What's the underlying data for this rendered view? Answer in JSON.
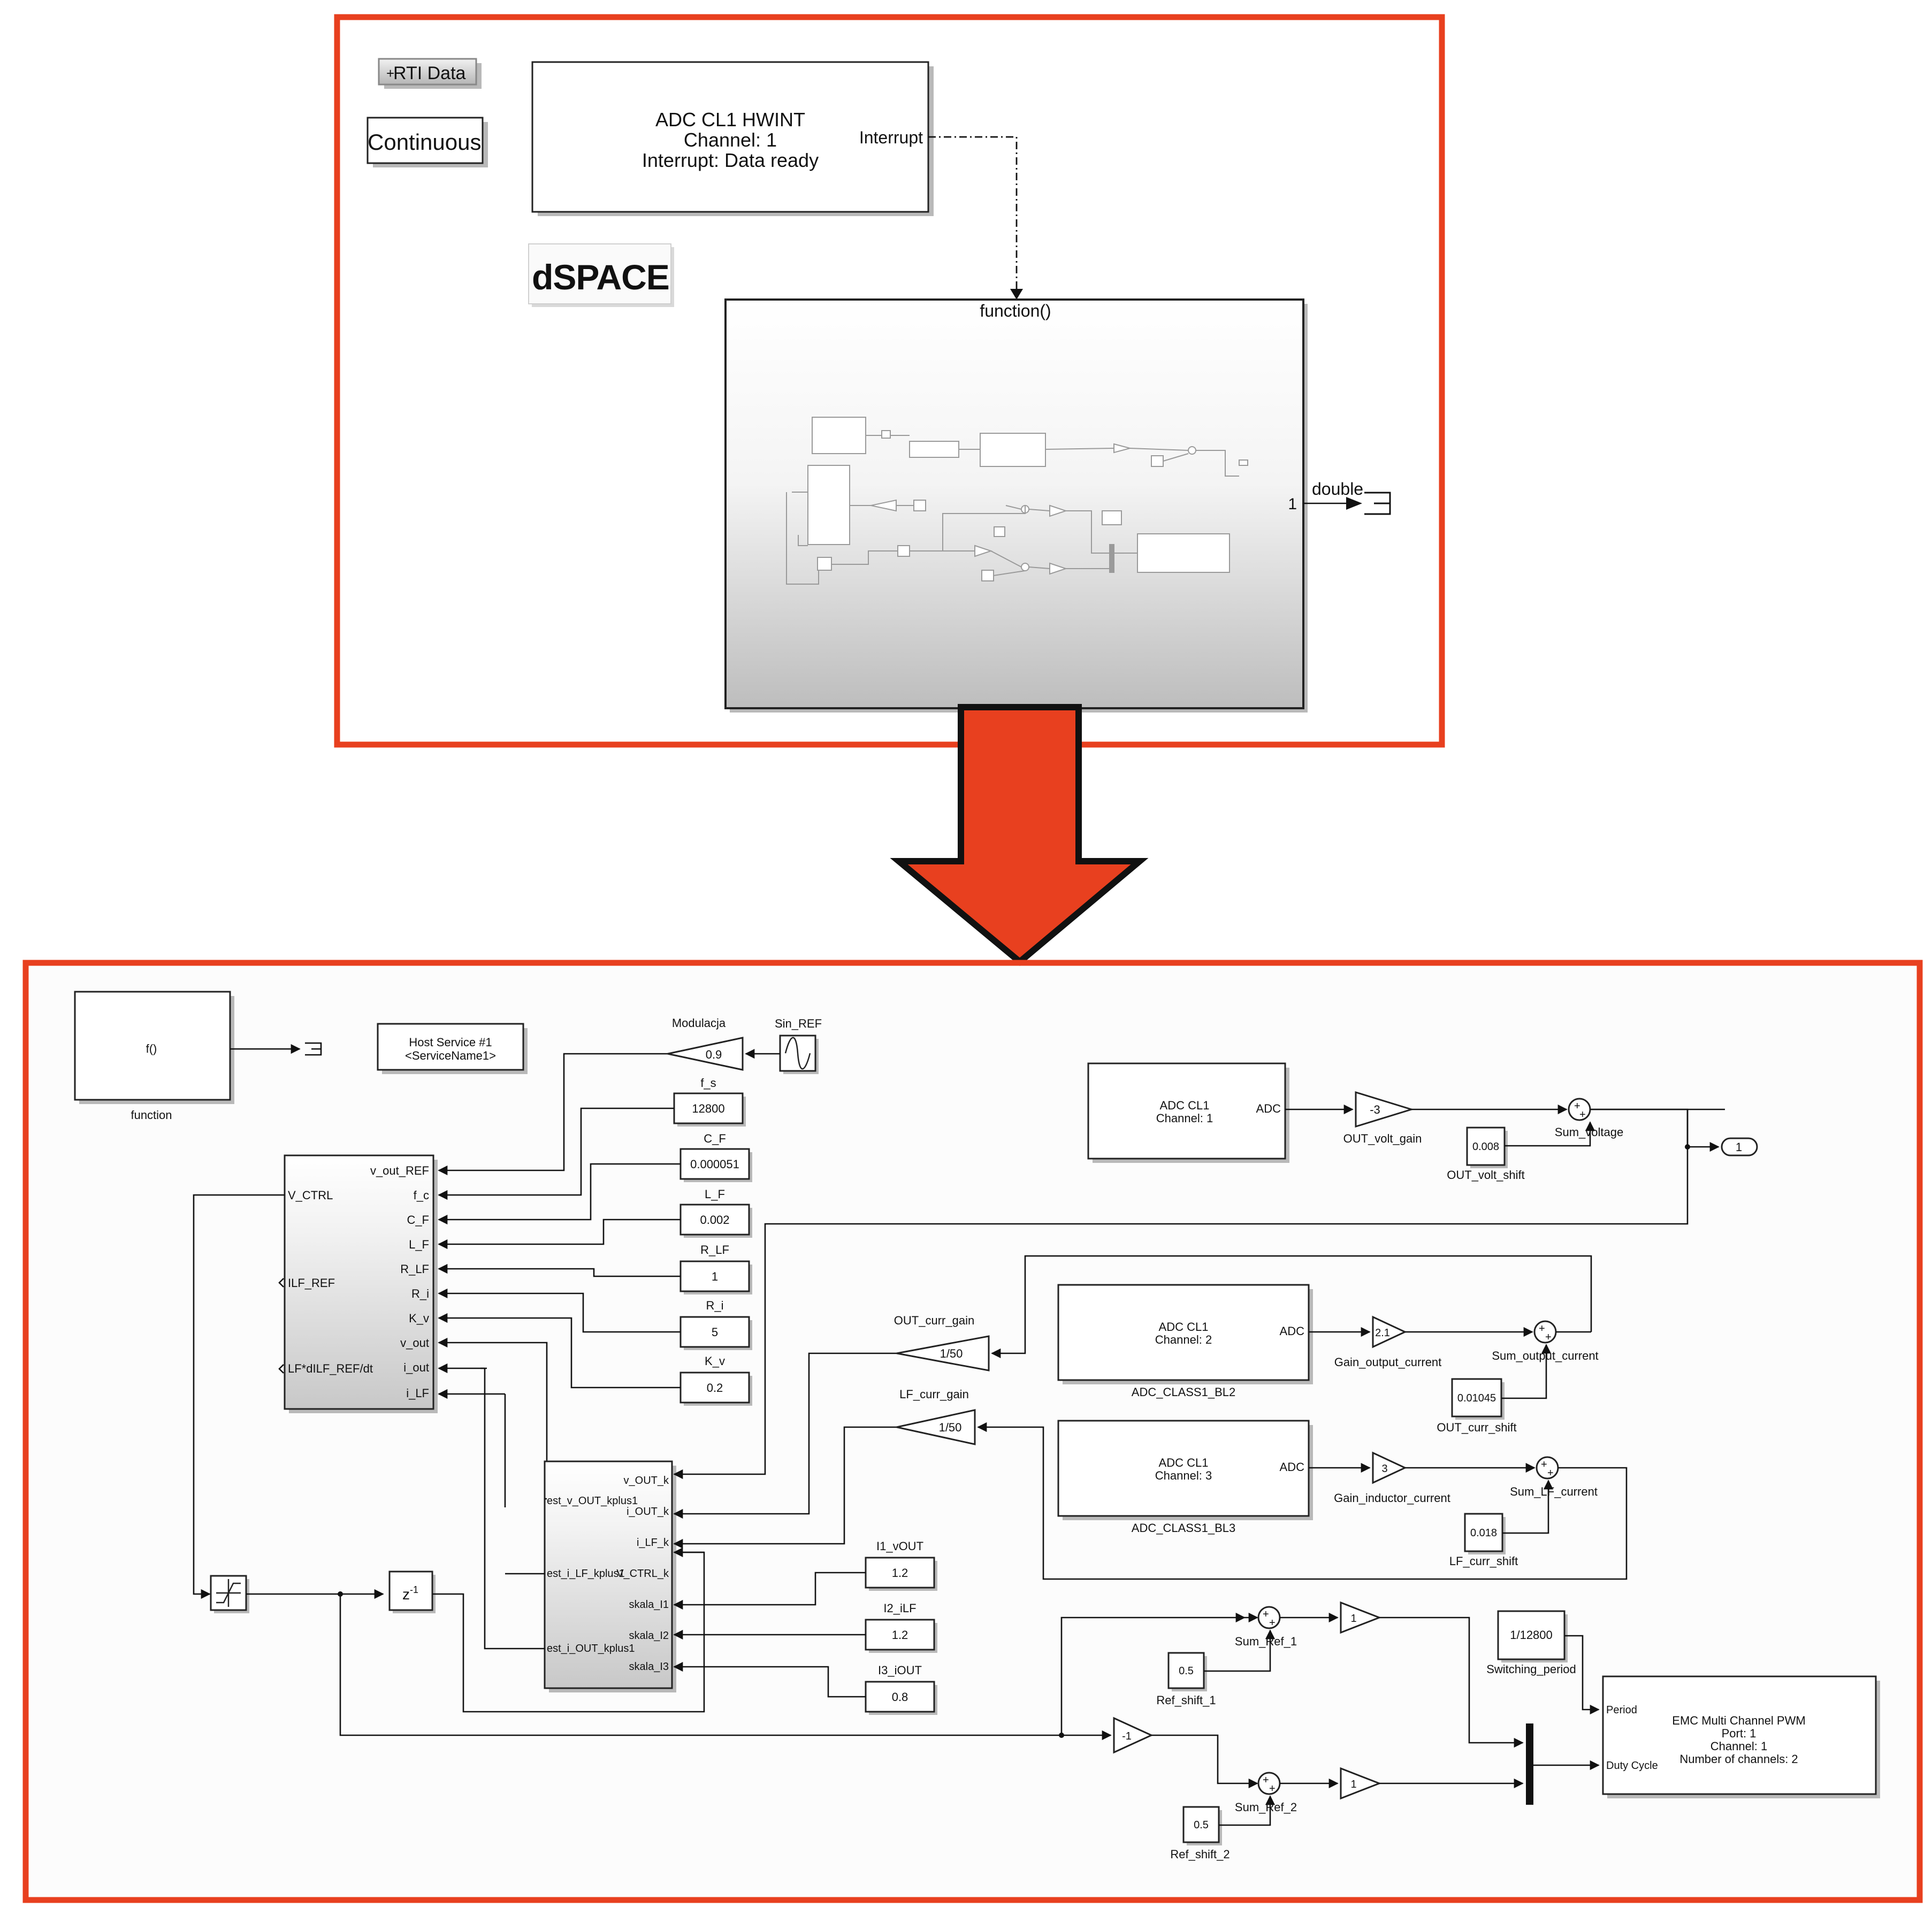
{
  "top": {
    "rti_data_label": "RTI Data",
    "continuous_label": "Continuous",
    "adc_hwint": {
      "line1": "ADC CL1 HWINT",
      "line2": "Channel: 1",
      "line3": "Interrupt: Data ready",
      "port": "Interrupt"
    },
    "dspace_logo": "dSPACE",
    "function_block": {
      "title": "function()",
      "out_port": "1",
      "out_type": "double"
    }
  },
  "bottom": {
    "function_block": {
      "label": "f()",
      "name": "function"
    },
    "host_service": {
      "line1": "Host Service #1",
      "line2": "<ServiceName1>"
    },
    "modulacja": {
      "name": "Modulacja",
      "value": "0.9"
    },
    "sin_ref": {
      "name": "Sin_REF"
    },
    "constants": [
      {
        "name": "f_s",
        "value": "12800"
      },
      {
        "name": "C_F",
        "value": "0.000051"
      },
      {
        "name": "L_F",
        "value": "0.002"
      },
      {
        "name": "R_LF",
        "value": "1"
      },
      {
        "name": "R_i",
        "value": "5"
      },
      {
        "name": "K_v",
        "value": "0.2"
      }
    ],
    "controller": {
      "left_ports": [
        "V_CTRL",
        "ILF_REF",
        "LF*dILF_REF/dt"
      ],
      "right_ports": [
        "v_out_REF",
        "f_c",
        "C_F",
        "L_F",
        "R_LF",
        "R_i",
        "K_v",
        "v_out",
        "i_out",
        "i_LF"
      ]
    },
    "observer": {
      "left_ports": [
        "est_v_OUT_kplus1",
        "est_i_LF_kplus1",
        "est_i_OUT_kplus1"
      ],
      "right_ports": [
        "v_OUT_k",
        "i_OUT_k",
        "i_LF_k",
        "V_CTRL_k",
        "skala_I1",
        "skala_I2",
        "skala_I3"
      ]
    },
    "scale_consts": [
      {
        "name": "I1_vOUT",
        "value": "1.2"
      },
      {
        "name": "I2_iLF",
        "value": "1.2"
      },
      {
        "name": "I3_iOUT",
        "value": "0.8"
      }
    ],
    "saturation_icon": "saturation-icon",
    "delay": {
      "label": "z-1"
    },
    "adc1": {
      "line1": "ADC CL1",
      "line2": "Channel: 1",
      "port": "ADC"
    },
    "adc2": {
      "line1": "ADC CL1",
      "line2": "Channel: 2",
      "port": "ADC",
      "name": "ADC_CLASS1_BL2"
    },
    "adc3": {
      "line1": "ADC CL1",
      "line2": "Channel: 3",
      "port": "ADC",
      "name": "ADC_CLASS1_BL3"
    },
    "gains": {
      "out_volt": {
        "value": "-3",
        "name": "OUT_volt_gain"
      },
      "out_curr": {
        "value": "1/50",
        "name": "OUT_curr_gain"
      },
      "lf_curr": {
        "value": "1/50",
        "name": "LF_curr_gain"
      },
      "gain_output_current": {
        "value": "2.1",
        "name": "Gain_output_current"
      },
      "gain_inductor_current": {
        "value": "3",
        "name": "Gain_inductor_current"
      },
      "neg1": {
        "value": "-1"
      },
      "g1": {
        "value": "1"
      },
      "g2": {
        "value": "1"
      }
    },
    "shifts": {
      "out_volt": {
        "value": "0.008",
        "name": "OUT_volt_shift"
      },
      "out_curr": {
        "value": "0.01045",
        "name": "OUT_curr_shift"
      },
      "lf_curr": {
        "value": "0.018",
        "name": "LF_curr_shift"
      },
      "ref1": {
        "value": "0.5",
        "name": "Ref_shift_1"
      },
      "ref2": {
        "value": "0.5",
        "name": "Ref_shift_2"
      }
    },
    "sums": {
      "voltage": "Sum_voltage",
      "output_current": "Sum_output_current",
      "lf_current": "Sum_LF_current",
      "ref1": "Sum_Ref_1",
      "ref2": "Sum_Ref_2"
    },
    "outport": {
      "label": "1"
    },
    "switching_period": {
      "value": "1/12800",
      "name": "Switching_period"
    },
    "pwm": {
      "line1": "EMC Multi Channel PWM",
      "line2": "Port: 1",
      "line3": "Channel: 1",
      "line4": "Number of channels: 2",
      "port_period": "Period",
      "port_duty": "Duty Cycle"
    }
  },
  "colors": {
    "frame": "#e8401f",
    "arrow": "#e8401f",
    "dspace_red": "#c4161c",
    "dspace_blue": "#1c2a6e",
    "continuous_text": "#2b2aa0"
  }
}
